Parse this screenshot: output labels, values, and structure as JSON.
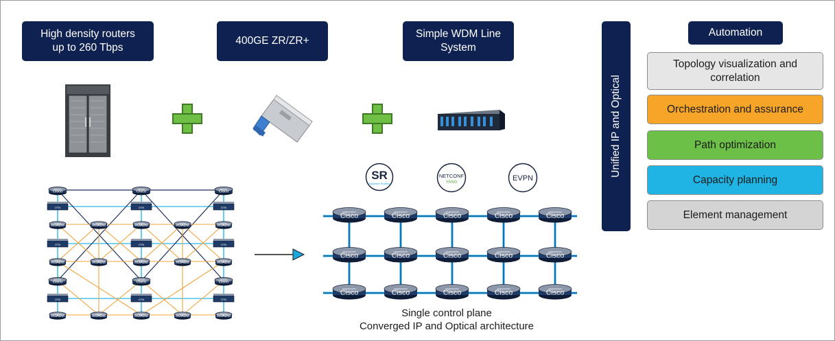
{
  "header_boxes": [
    {
      "label": "High density routers\nup to 260 Tbps"
    },
    {
      "label": "400GE ZR/ZR+"
    },
    {
      "label": "Simple WDM Line\nSystem"
    }
  ],
  "vertical_banner": "Unified IP and Optical",
  "automation": {
    "title": "Automation",
    "items": [
      {
        "label": "Topology visualization and\ncorrelation",
        "color": "#e6e6e6"
      },
      {
        "label": "Orchestration and assurance",
        "color": "#f7a528"
      },
      {
        "label": "Path optimization",
        "color": "#6cbf47"
      },
      {
        "label": "Capacity planning",
        "color": "#1fb4e4"
      },
      {
        "label": "Element management",
        "color": "#d4d4d4"
      }
    ]
  },
  "protocol_logos": {
    "sr": {
      "main": "SR",
      "sub": "Segment Routing"
    },
    "netconf": {
      "main": "NETCONF",
      "sub": "YANG"
    },
    "evpn": {
      "main": "EVPN"
    }
  },
  "legacy_network": {
    "router_label": "Cisco",
    "otn_label": "OTN",
    "roadm_label": "ROADM"
  },
  "converged_network": {
    "router_label": "Cisco"
  },
  "caption": {
    "line1": "Single control plane",
    "line2": "Converged IP and Optical architecture"
  },
  "colors": {
    "navy": "#0e2150",
    "plus_green": "#6fbe46",
    "arrow_blue": "#1aa7dd",
    "link_orange": "#f2a33a",
    "link_cyan": "#29b6e8",
    "link_navy": "#1d2f5e"
  }
}
